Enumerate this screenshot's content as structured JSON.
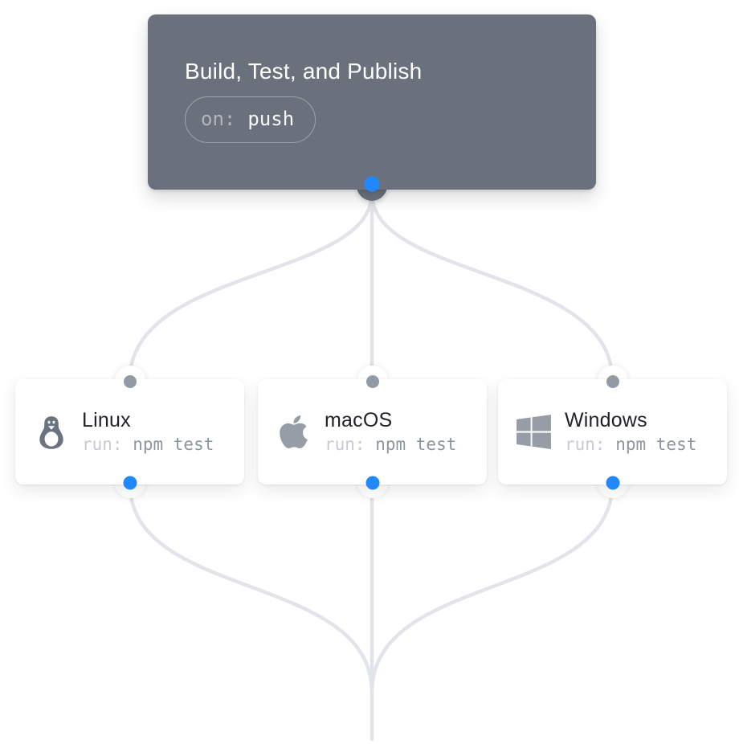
{
  "workflow": {
    "title": "Build, Test, and Publish",
    "trigger_label": "on:",
    "trigger_value": "push"
  },
  "jobs": [
    {
      "name": "Linux",
      "icon": "linux-icon",
      "run_label": "run: ",
      "run_command": "npm test"
    },
    {
      "name": "macOS",
      "icon": "apple-icon",
      "run_label": "run: ",
      "run_command": "npm test"
    },
    {
      "name": "Windows",
      "icon": "windows-icon",
      "run_label": "run: ",
      "run_command": "npm test"
    }
  ],
  "colors": {
    "workflow_card_bg": "#6a717d",
    "connector": "#e1e4e8",
    "port_idle": "#929aa3",
    "port_active": "#2188ff",
    "job_title": "#1f2328",
    "run_label": "#c6cbd1",
    "run_command": "#8d959e",
    "linux_icon": "#6b7380",
    "apple_icon": "#969da6",
    "windows_icon": "#969da6"
  }
}
